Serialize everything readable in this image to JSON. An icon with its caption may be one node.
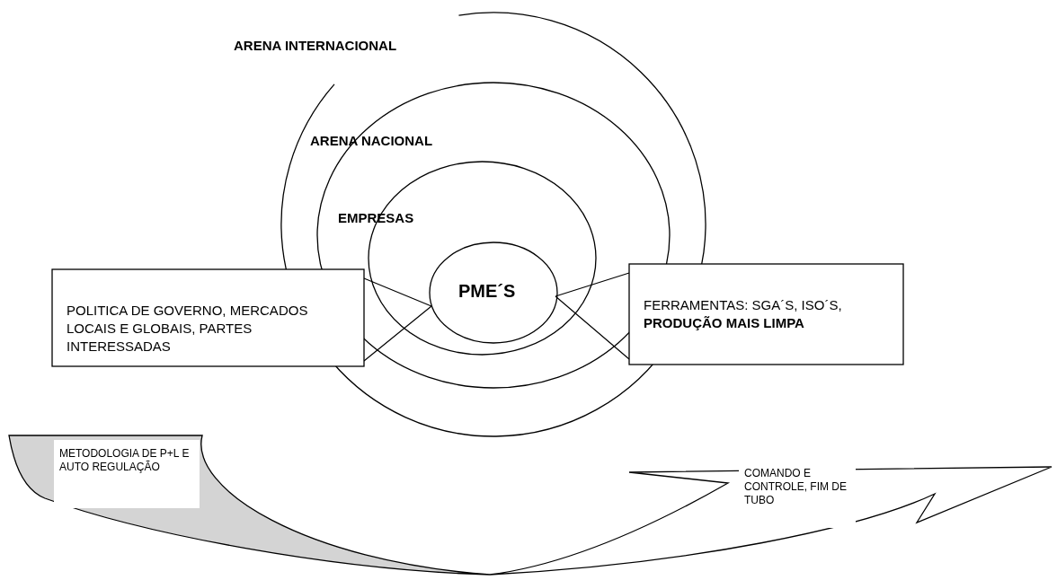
{
  "diagram": {
    "nodes": [
      {
        "text": [
          "ARENA INTERNACIONAL"
        ]
      },
      {
        "text": [
          "ARENA NACIONAL"
        ],
        "in": 0
      },
      {
        "text": [
          "EMPRESAS"
        ],
        "in": 1
      },
      {
        "text": [
          "PME´S"
        ],
        "in": 2
      },
      {
        "text": [
          "POLITICA DE GOVERNO, MERCADOS LOCAIS E GLOBAIS, PARTES INTERESSADAS"
        ]
      },
      {
        "text": [
          "FERRAMENTAS: SGA´S, ISO´S, **PRODUÇÃO MAIS LIMPA**"
        ]
      },
      {
        "text": [
          "METODOLOGIA DE P+L E AUTO REGULAÇÃO"
        ]
      },
      {
        "text": [
          "COMANDO E CONTROLE, FIM DE TUBO"
        ]
      }
    ],
    "edges": [
      {
        "from": 4,
        "to": 3,
        "arrow": "none"
      },
      {
        "from": 5,
        "to": 3,
        "arrow": "none"
      }
    ]
  }
}
